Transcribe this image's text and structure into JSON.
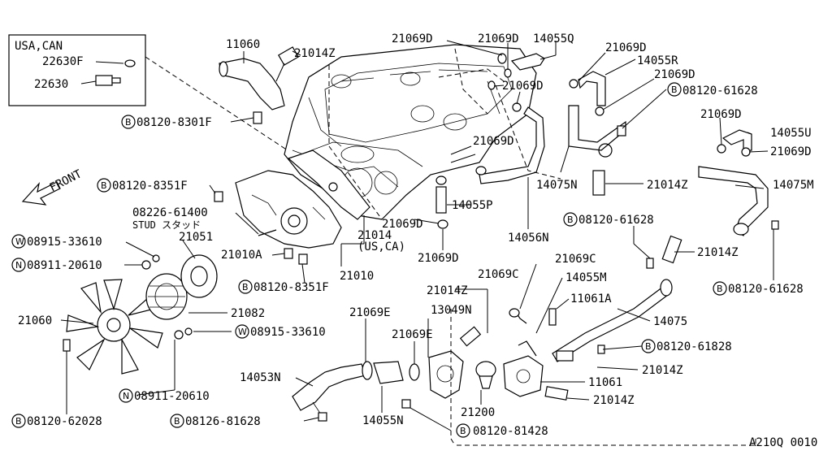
{
  "inset": {
    "title": "USA,CAN",
    "p1": "22630F",
    "p2": "22630"
  },
  "labels": {
    "l11060": "11060",
    "l21014Z_a": "21014Z",
    "l08120_8301F": "08120-8301F",
    "l08120_8351F_a": "08120-8351F",
    "l08226_61400": "08226-61400",
    "stud": "STUD スタッド",
    "front": "FRONT",
    "l08915_33610_a": "08915-33610",
    "l08911_20610_a": "08911-20610",
    "l21051": "21051",
    "l21010A": "21010A",
    "l08120_8351F_b": "08120-8351F",
    "l21010": "21010",
    "l21014": "21014",
    "usca": "(US,CA)",
    "l21060": "21060",
    "l21082": "21082",
    "l08915_33610_b": "08915-33610",
    "l08911_20610_b": "08911-20610",
    "l08120_62028": "08120-62028",
    "l14053N": "14053N",
    "l08126_81628": "08126-81628",
    "l21069E_a": "21069E",
    "l21069E_b": "21069E",
    "l14055N": "14055N",
    "l13049N": "13049N",
    "l21014Z_b": "21014Z",
    "l21200": "21200",
    "l08120_81428": "08120-81428",
    "l21069D_top1": "21069D",
    "l21069D_top2": "21069D",
    "l14055Q": "14055Q",
    "l21069D_mid1": "21069D",
    "l21069D_mid2": "21069D",
    "l21069D_mid3": "21069D",
    "l14055P": "14055P",
    "l21069D_low1": "21069D",
    "l14056N": "14056N",
    "l21069D_r1": "21069D",
    "l14055R": "14055R",
    "l21069D_r2": "21069D",
    "l08120_61628_a": "08120-61628",
    "l21069D_r3": "21069D",
    "l14055U": "14055U",
    "l21069D_r4": "21069D",
    "l14075N": "14075N",
    "l21014Z_c": "21014Z",
    "l14075M": "14075M",
    "l08120_61628_b": "08120-61628",
    "l21014Z_d": "21014Z",
    "l08120_61628_c": "08120-61628",
    "l21069C_a": "21069C",
    "l21069C_b": "21069C",
    "l14055M": "14055M",
    "l11061A": "11061A",
    "l14075": "14075",
    "l08120_61828": "08120-61828",
    "l21014Z_e": "21014Z",
    "l11061": "11061",
    "l21014Z_f": "21014Z",
    "ref": "A210Q 0010"
  },
  "markers": {
    "bolt": "B",
    "nut": "N",
    "washer": "W"
  }
}
